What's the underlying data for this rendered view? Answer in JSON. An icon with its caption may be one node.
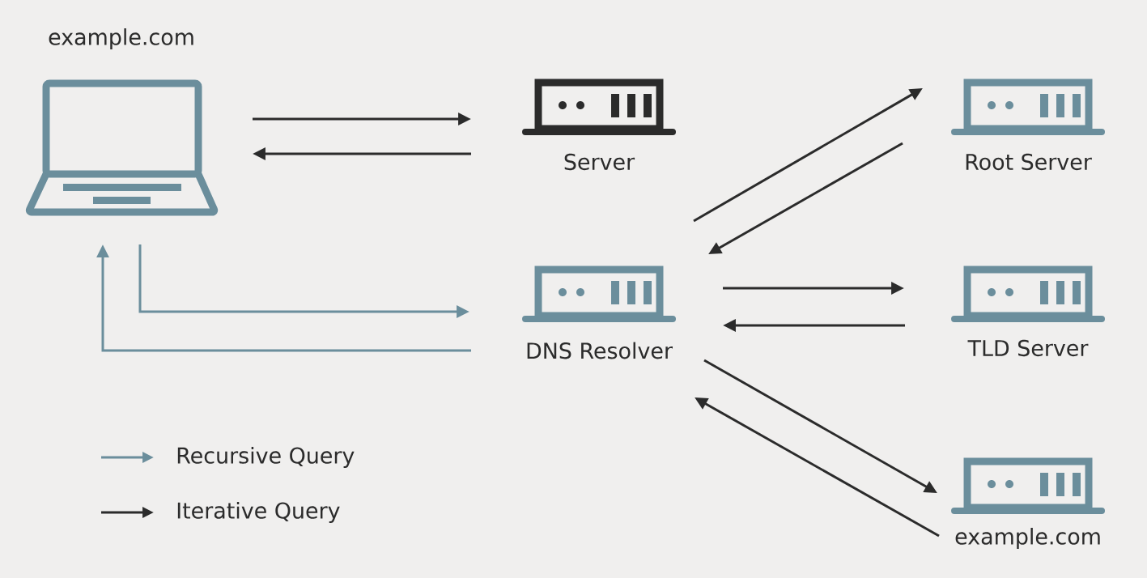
{
  "diagram": {
    "nodes": [
      {
        "text": [
          "example.com"
        ]
      },
      {
        "text": [
          "Server"
        ]
      },
      {
        "text": [
          "DNS Resolver"
        ]
      },
      {
        "text": [
          "Root Server"
        ]
      },
      {
        "text": [
          "TLD Server"
        ]
      },
      {
        "text": [
          "example.com"
        ]
      }
    ],
    "edges": [
      {
        "from": 0,
        "to": 1,
        "arrow": "to"
      },
      {
        "from": 1,
        "to": 0,
        "arrow": "to"
      },
      {
        "from": 0,
        "to": 2,
        "arrow": "to",
        "color": "#6b8e9c"
      },
      {
        "from": 2,
        "to": 0,
        "arrow": "to",
        "color": "#6b8e9c"
      },
      {
        "from": 2,
        "to": 3,
        "arrow": "to"
      },
      {
        "from": 3,
        "to": 2,
        "arrow": "to"
      },
      {
        "from": 2,
        "to": 4,
        "arrow": "to"
      },
      {
        "from": 4,
        "to": 2,
        "arrow": "to"
      },
      {
        "from": 2,
        "to": 5,
        "arrow": "to"
      },
      {
        "from": 5,
        "to": 2,
        "arrow": "to"
      }
    ],
    "legend": [
      {
        "text": "Recursive Query"
      },
      {
        "text": "Iterative Query"
      }
    ]
  }
}
